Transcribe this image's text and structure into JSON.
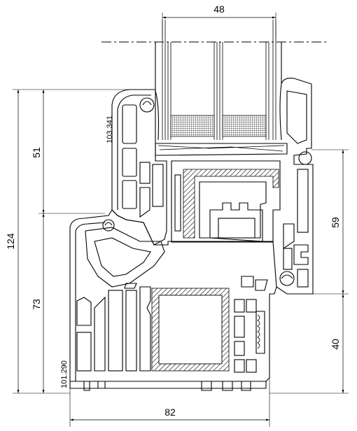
{
  "dimensions": {
    "glass_width": "48",
    "sash_height": "51",
    "overall_height": "124",
    "frame_lower": "73",
    "sash_profile_ref": "103.341",
    "frame_profile_ref": "101.290",
    "right_upper": "59",
    "right_lower": "40",
    "overall_width": "82"
  }
}
